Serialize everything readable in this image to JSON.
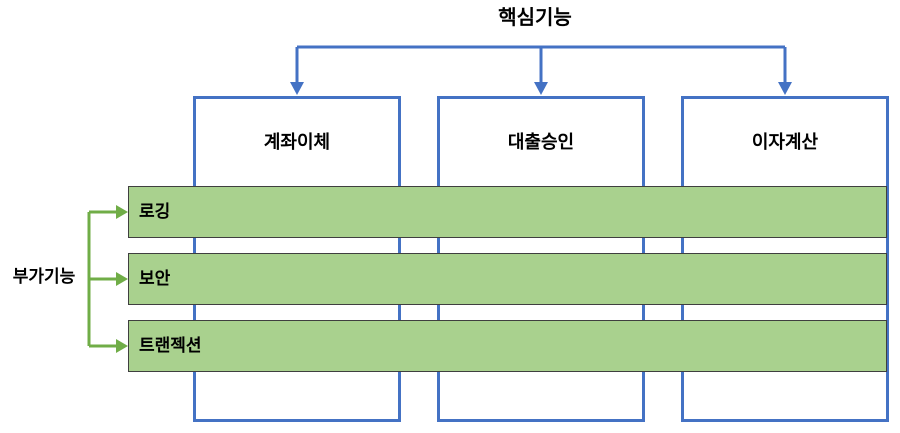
{
  "diagram": {
    "title": "핵심기능",
    "side_label": "부가기능",
    "core_columns": [
      {
        "label": "계좌이체"
      },
      {
        "label": "대출승인"
      },
      {
        "label": "이자계산"
      }
    ],
    "aspect_bars": [
      {
        "label": "로깅"
      },
      {
        "label": "보안"
      },
      {
        "label": "트랜젝션"
      }
    ],
    "colors": {
      "column_border": "#4472c4",
      "connector_blue": "#4472c4",
      "bar_fill": "#a9d18e",
      "bar_border": "#3f3f3f",
      "connector_green": "#70ad47",
      "text": "#000000",
      "background": "#ffffff"
    }
  }
}
